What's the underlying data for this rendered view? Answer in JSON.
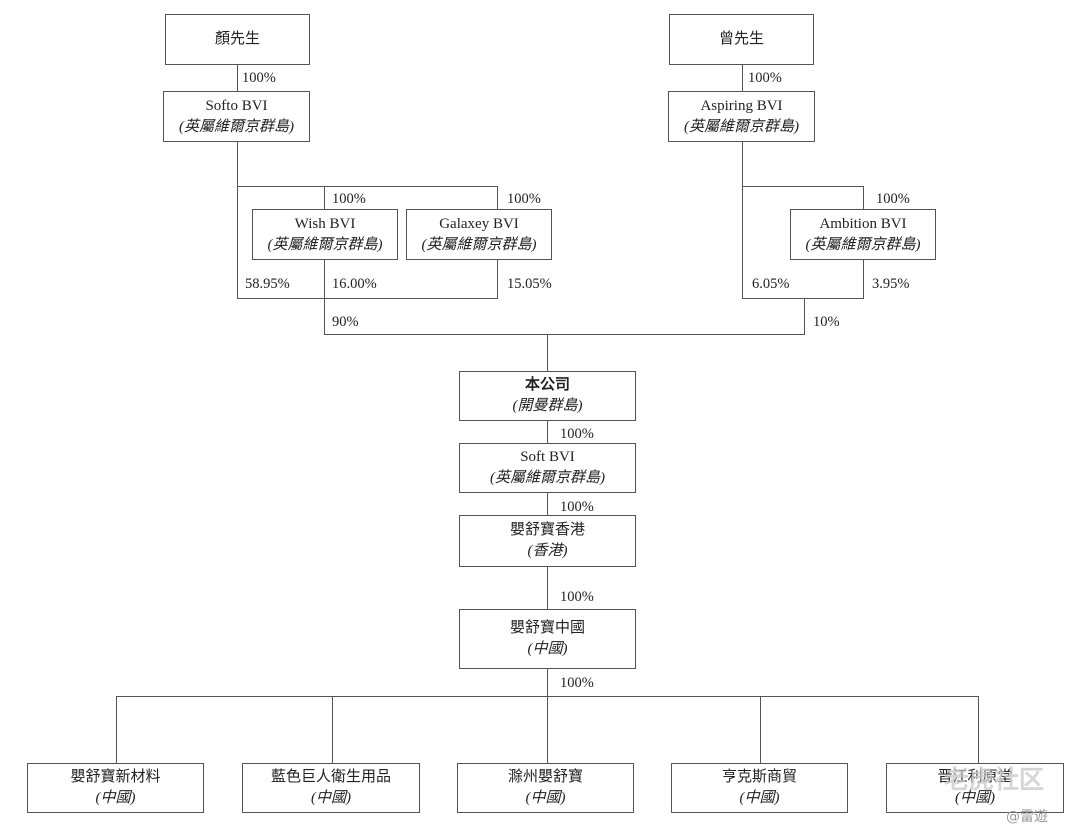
{
  "entities": {
    "yan": {
      "name": "顏先生"
    },
    "zeng": {
      "name": "曾先生"
    },
    "softo": {
      "name": "Softo BVI",
      "jurisdiction": "(英屬維爾京群島)"
    },
    "aspiring": {
      "name": "Aspiring BVI",
      "jurisdiction": "(英屬維爾京群島)"
    },
    "wish": {
      "name": "Wish BVI",
      "jurisdiction": "(英屬維爾京群島)"
    },
    "galaxey": {
      "name": "Galaxey BVI",
      "jurisdiction": "(英屬維爾京群島)"
    },
    "ambition": {
      "name": "Ambition BVI",
      "jurisdiction": "(英屬維爾京群島)"
    },
    "company": {
      "name": "本公司",
      "jurisdiction": "(開曼群島)"
    },
    "soft": {
      "name": "Soft BVI",
      "jurisdiction": "(英屬維爾京群島)"
    },
    "hk": {
      "name": "嬰舒寶香港",
      "jurisdiction": "(香港)"
    },
    "china": {
      "name": "嬰舒寶中國",
      "jurisdiction": "(中國)"
    },
    "materials": {
      "name": "嬰舒寶新材料",
      "jurisdiction": "(中國)"
    },
    "bluegiant": {
      "name": "藍色巨人衛生用品",
      "jurisdiction": "(中國)"
    },
    "chuzhou": {
      "name": "滁州嬰舒寶",
      "jurisdiction": "(中國)"
    },
    "hengke": {
      "name": "亨克斯商貿",
      "jurisdiction": "(中國)"
    },
    "last": {
      "name": "晋江利原堂",
      "jurisdiction": "(中國)"
    }
  },
  "ownership": {
    "yan_softo": "100%",
    "zeng_aspiring": "100%",
    "softo_wish": "100%",
    "softo_galaxey": "100%",
    "aspiring_ambition": "100%",
    "softo_direct": "58.95%",
    "wish_pct": "16.00%",
    "galaxey_pct": "15.05%",
    "aspiring_direct": "6.05%",
    "ambition_pct": "3.95%",
    "left_group": "90%",
    "right_group": "10%",
    "company_soft": "100%",
    "soft_hk": "100%",
    "hk_china": "100%",
    "china_subs": "100%"
  },
  "watermark": {
    "brand": "老虎社区",
    "handle": "@雷遊"
  }
}
